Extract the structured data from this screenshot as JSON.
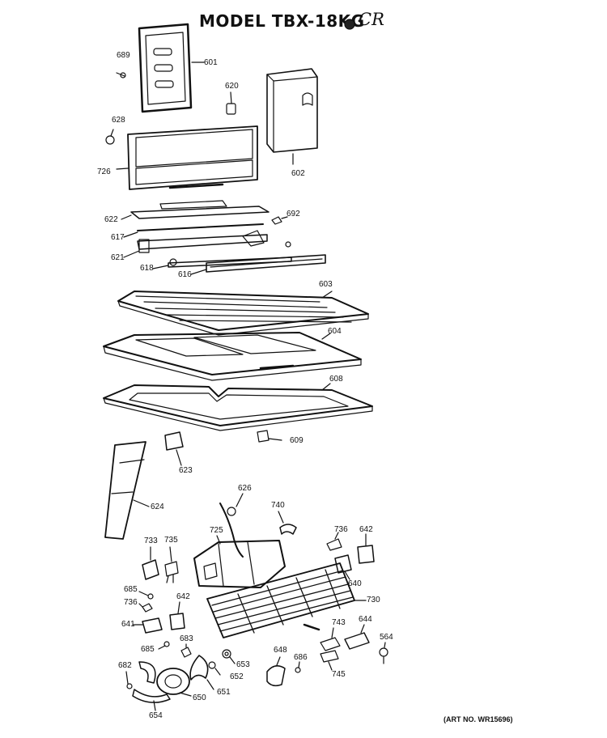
{
  "title": "MODEL TBX-18KG",
  "handwritten_note": "CR",
  "art_number": "(ART NO. WR15696)",
  "part_labels": {
    "p689": "689",
    "p601": "601",
    "p620": "620",
    "p628": "628",
    "p726": "726",
    "p602": "602",
    "p622": "622",
    "p692": "692",
    "p617": "617",
    "p621": "621",
    "p618": "618",
    "p616": "616",
    "p603": "603",
    "p604": "604",
    "p608": "608",
    "p609": "609",
    "p623": "623",
    "p624": "624",
    "p626": "626",
    "p740": "740",
    "p725": "725",
    "p733": "733",
    "p735": "735",
    "p736a": "736",
    "p642a": "642",
    "p685a": "685",
    "p736b": "736",
    "p640": "640",
    "p730": "730",
    "p642b": "642",
    "p641": "641",
    "p743": "743",
    "p644": "644",
    "p564": "564",
    "p685b": "685",
    "p683": "683",
    "p648": "648",
    "p682": "682",
    "p653": "653",
    "p686": "686",
    "p652": "652",
    "p745": "745",
    "p651": "651",
    "p650": "650",
    "p654": "654"
  }
}
